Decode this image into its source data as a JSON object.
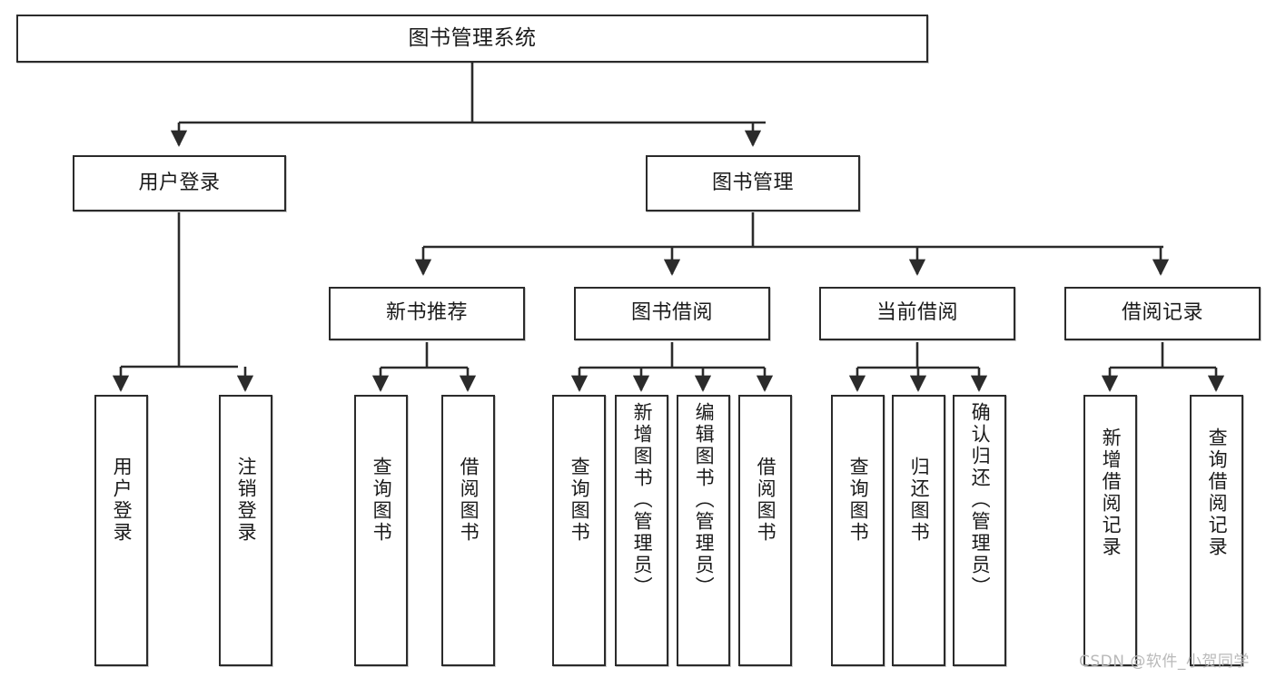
{
  "diagram": {
    "type": "tree",
    "title": "图书管理系统",
    "root": {
      "label": "图书管理系统"
    },
    "level2": [
      {
        "label": "用户登录"
      },
      {
        "label": "图书管理"
      }
    ],
    "level3": [
      {
        "label": "新书推荐"
      },
      {
        "label": "图书借阅"
      },
      {
        "label": "当前借阅"
      },
      {
        "label": "借阅记录"
      }
    ],
    "leaves": {
      "user_login": [
        {
          "label": "用户登录"
        },
        {
          "label": "注销登录"
        }
      ],
      "new_book_recommend": [
        {
          "label": "查询图书"
        },
        {
          "label": "借阅图书"
        }
      ],
      "book_borrow": [
        {
          "label": "查询图书"
        },
        {
          "label": "新增图书（管理员）"
        },
        {
          "label": "编辑图书（管理员）"
        },
        {
          "label": "借阅图书"
        }
      ],
      "current_borrow": [
        {
          "label": "查询图书"
        },
        {
          "label": "归还图书"
        },
        {
          "label": "确认归还（管理员）"
        }
      ],
      "borrow_record": [
        {
          "label": "新增借阅记录"
        },
        {
          "label": "查询借阅记录"
        }
      ]
    }
  },
  "watermark": {
    "text": "CSDN @软件_小贺同学"
  },
  "colors": {
    "border": "#2b2b2b",
    "background": "#ffffff",
    "text": "#1a1a1a",
    "watermark": "#b9b9b9"
  }
}
